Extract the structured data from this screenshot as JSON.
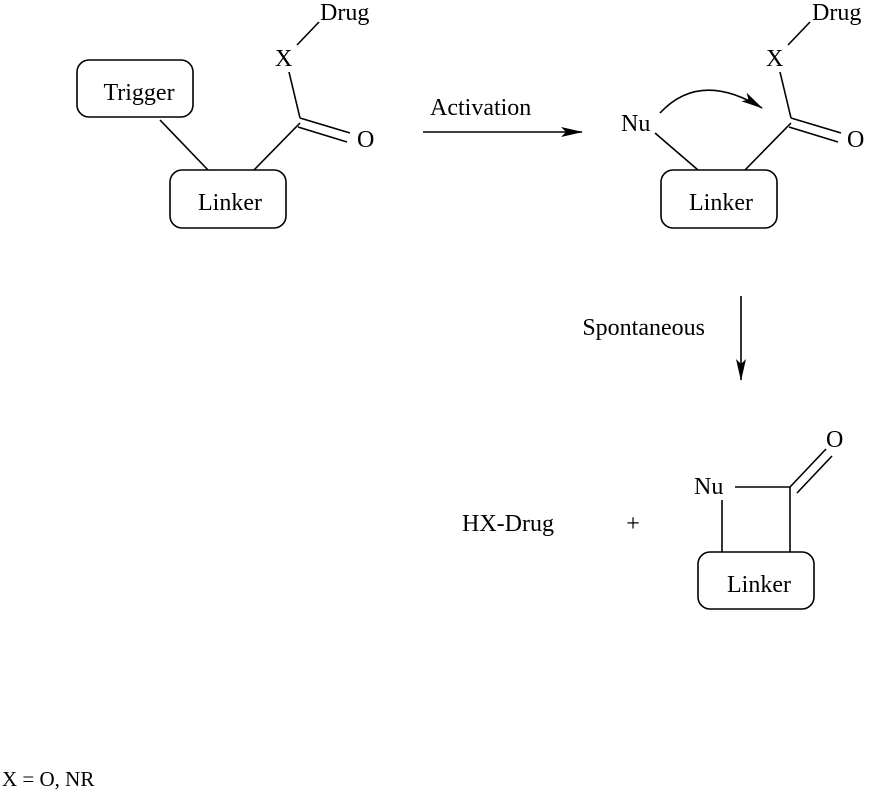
{
  "start": {
    "drug": "Drug",
    "x": "X",
    "o": "O",
    "trigger": "Trigger",
    "linker": "Linker"
  },
  "steps": {
    "activation": "Activation",
    "spontaneous": "Spontaneous"
  },
  "intermediate": {
    "drug": "Drug",
    "x": "X",
    "o": "O",
    "nu": "Nu",
    "linker": "Linker"
  },
  "products": {
    "hx_drug": "HX-Drug",
    "plus": "+",
    "nu": "Nu",
    "o": "O",
    "linker": "Linker"
  },
  "footnote": "X = O, NR",
  "colors": {
    "ink": "#000000",
    "background": "#ffffff"
  }
}
